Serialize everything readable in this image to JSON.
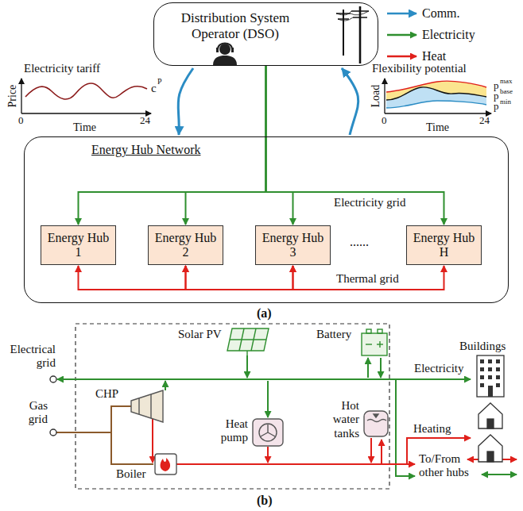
{
  "diagram": {
    "nodes": [
      {
        "text": [
          "Distribution System Operator (DSO)"
        ]
      },
      {
        "text": [
          "Energy Hub Network"
        ]
      },
      {
        "text": [
          "Energy Hub 1"
        ],
        "in": 1
      },
      {
        "text": [
          "Energy Hub 2"
        ],
        "in": 1
      },
      {
        "text": [
          "Energy Hub 3"
        ],
        "in": 1
      },
      {
        "text": [
          "Energy Hub H"
        ],
        "in": 1
      }
    ],
    "edges": [
      {
        "from": 0,
        "to": 1,
        "arrow": "to"
      },
      {
        "from": 1,
        "to": 0,
        "arrow": "to"
      },
      {
        "from": 0,
        "to": 2,
        "arrow": "to"
      },
      {
        "from": 0,
        "to": 3,
        "arrow": "to"
      },
      {
        "from": 0,
        "to": 4,
        "arrow": "to"
      },
      {
        "from": 0,
        "to": 5,
        "arrow": "to"
      },
      {
        "from": 2,
        "to": 3,
        "arrow": "both"
      },
      {
        "from": 3,
        "to": 4,
        "arrow": "both"
      },
      {
        "from": 4,
        "to": 5,
        "arrow": "both"
      }
    ],
    "labels": [
      "Electricity tariff",
      "Price",
      "0",
      "Time",
      "24",
      "c",
      "P",
      "Flexibility potential",
      "Load",
      "0",
      "Time",
      "24",
      "p",
      "max",
      "p",
      "base",
      "p",
      "min",
      "Electricity grid",
      "......",
      "Thermal grid",
      "(a)",
      "Electrical grid",
      "Gas grid",
      "Solar PV",
      "Battery",
      "CHP",
      "Heat pump",
      "Hot water tanks",
      "Boiler",
      "Electricity",
      "Heating",
      "To/From other hubs",
      "Buildings",
      "(b)"
    ],
    "legend": [
      {
        "text": "Comm."
      },
      {
        "text": "Electricity"
      },
      {
        "text": "Heat"
      }
    ]
  }
}
